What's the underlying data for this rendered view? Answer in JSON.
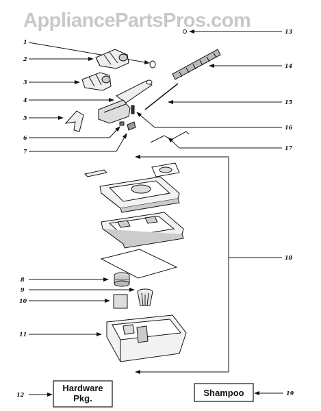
{
  "watermark": "AppliancePartsPros.com",
  "callouts": {
    "c1": "1",
    "c2": "2",
    "c3": "3",
    "c4": "4",
    "c5": "5",
    "c6": "6",
    "c7": "7",
    "c8": "8",
    "c9": "9",
    "c10": "10",
    "c11": "11",
    "c12": "12",
    "c13": "13",
    "c14": "14",
    "c15": "15",
    "c16": "16",
    "c17": "17",
    "c18": "18",
    "c19": "19"
  },
  "boxes": {
    "hardware_line1": "Hardware",
    "hardware_line2": "Pkg.",
    "shampoo": "Shampoo"
  }
}
